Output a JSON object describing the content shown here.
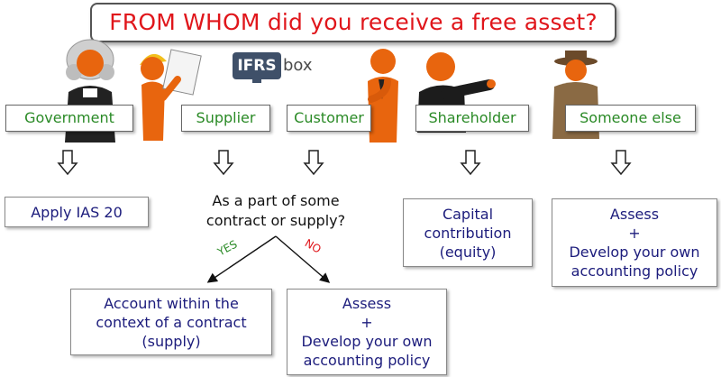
{
  "title": "FROM WHOM did you receive a free asset?",
  "logo": {
    "brand": "IFRS",
    "suffix": "box"
  },
  "categories": {
    "government": "Government",
    "supplier": "Supplier",
    "customer": "Customer",
    "shareholder": "Shareholder",
    "someone_else": "Someone else"
  },
  "outcomes": {
    "government": "Apply IAS 20",
    "question": [
      "As a part of some",
      "contract or supply?"
    ],
    "yes_label": "YES",
    "no_label": "NO",
    "yes_result": [
      "Account within the",
      "context of a contract",
      "(supply)"
    ],
    "no_result": [
      "Assess",
      "+",
      "Develop your own",
      "accounting policy"
    ],
    "shareholder": [
      "Capital",
      "contribution",
      "(equity)"
    ],
    "someone_else": [
      "Assess",
      "+",
      "Develop your own",
      "accounting policy"
    ]
  },
  "colors": {
    "title_text": "#e0161b",
    "category_text": "#2a8a26",
    "outcome_text": "#1c1c7c",
    "figure": "#e8650e"
  }
}
